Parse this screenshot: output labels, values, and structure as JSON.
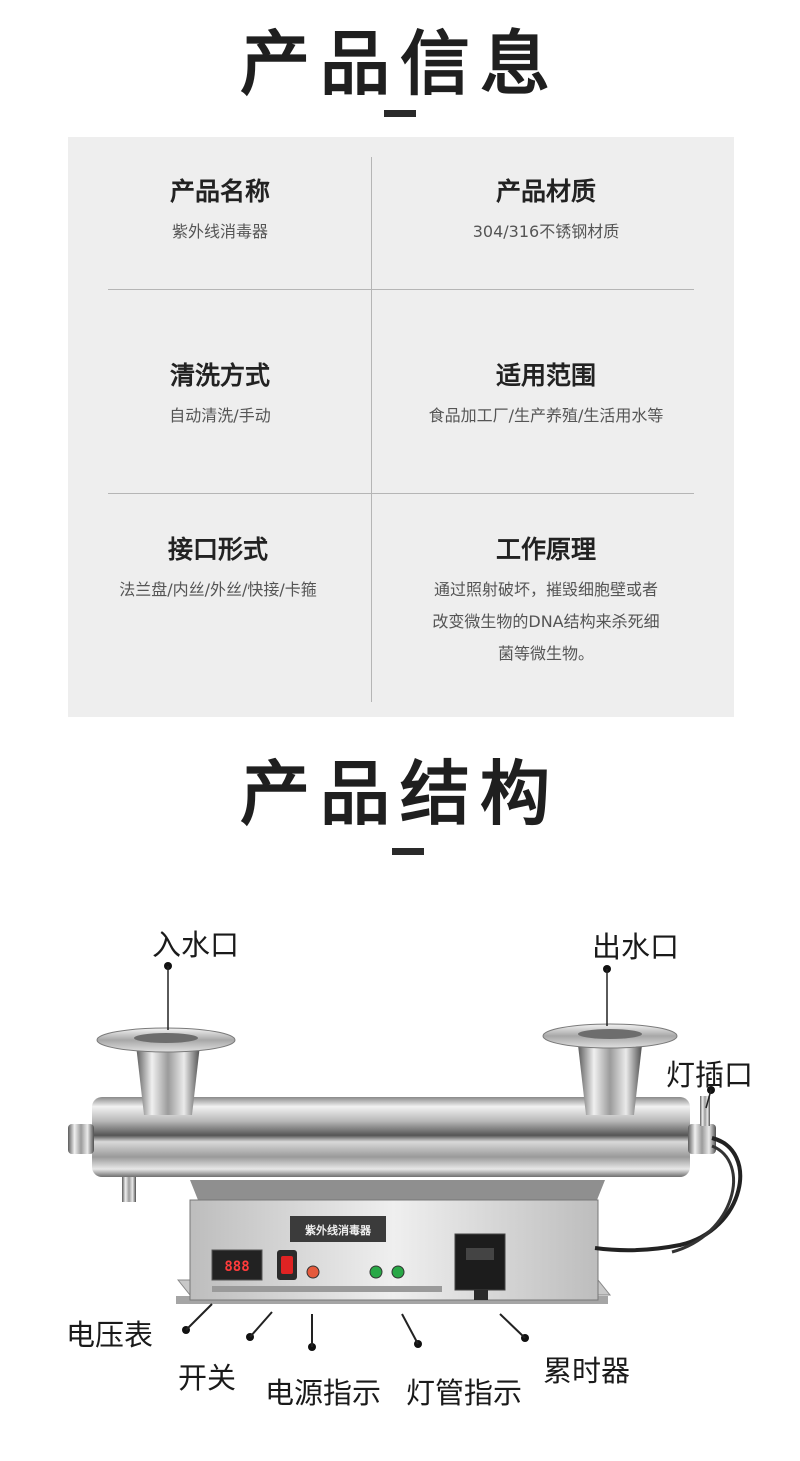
{
  "info_section": {
    "title": "产品信息"
  },
  "info_cells": [
    {
      "heading": "产品名称",
      "value": "紫外线消毒器"
    },
    {
      "heading": "产品材质",
      "value": "304/316不锈钢材质"
    },
    {
      "heading": "清洗方式",
      "value": "自动清洗/手动"
    },
    {
      "heading": "适用范围",
      "value": "食品加工厂/生产养殖/生活用水等"
    },
    {
      "heading": "接口形式",
      "value": "法兰盘/内丝/外丝/快接/卡箍"
    },
    {
      "heading": "工作原理",
      "value_lines": [
        "通过照射破坏，摧毁细胞壁或者",
        "改变微生物的DNA结构来杀死细",
        "菌等微生物。"
      ]
    }
  ],
  "structure_section": {
    "title": "产品结构"
  },
  "device": {
    "panel_label": "紫外线消毒器",
    "display_reading": "888"
  },
  "parts": {
    "inlet": "入水口",
    "outlet": "出水口",
    "lamp_socket": "灯插口",
    "voltmeter": "电压表",
    "switch": "开关",
    "power_indicator": "电源指示",
    "lamp_indicator": "灯管指示",
    "hour_meter": "累时器"
  }
}
